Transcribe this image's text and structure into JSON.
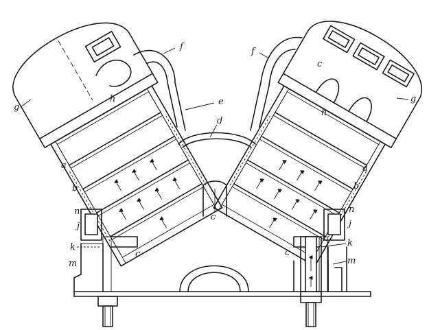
{
  "labels": {
    "g_left": "g",
    "g_right": "g",
    "f_left": "f",
    "f_right": "f",
    "h_left": "h",
    "h_right": "h",
    "e": "e",
    "d": "d",
    "a_left": "a",
    "a_right": "a",
    "b_left": "b",
    "b_right": "b",
    "n_left": "n",
    "n_right": "n",
    "j_left": "j",
    "j_right": "j",
    "c_left": "c",
    "c_center": "c",
    "c_right": "c",
    "k_left": "k",
    "k_right": "k",
    "m_left": "m",
    "m_right": "m"
  },
  "colors": {
    "ink": "#1a1a1a",
    "paper": "#ffffff"
  }
}
